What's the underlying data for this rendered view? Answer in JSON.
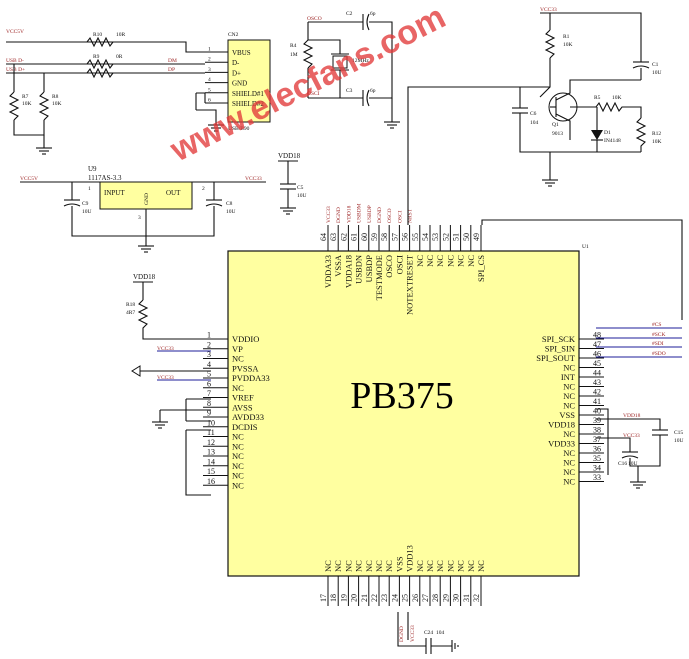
{
  "ic": {
    "name": "PB375",
    "ref": "U1",
    "left_pins": [
      {
        "n": "1",
        "name": "VDDIO"
      },
      {
        "n": "2",
        "name": "VP"
      },
      {
        "n": "3",
        "name": "NC"
      },
      {
        "n": "4",
        "name": "PVSSA"
      },
      {
        "n": "5",
        "name": "PVDDA33"
      },
      {
        "n": "6",
        "name": "NC"
      },
      {
        "n": "7",
        "name": "VREF"
      },
      {
        "n": "8",
        "name": "AVSS"
      },
      {
        "n": "9",
        "name": "AVDD33"
      },
      {
        "n": "10",
        "name": "DCDIS"
      },
      {
        "n": "11",
        "name": "NC"
      },
      {
        "n": "12",
        "name": "NC"
      },
      {
        "n": "13",
        "name": "NC"
      },
      {
        "n": "14",
        "name": "NC"
      },
      {
        "n": "15",
        "name": "NC"
      },
      {
        "n": "16",
        "name": "NC"
      }
    ],
    "right_pins": [
      {
        "n": "48",
        "name": "SPI_SCK"
      },
      {
        "n": "47",
        "name": "SPI_SIN"
      },
      {
        "n": "46",
        "name": "SPI_SOUT"
      },
      {
        "n": "45",
        "name": "NC"
      },
      {
        "n": "44",
        "name": "INT"
      },
      {
        "n": "43",
        "name": "NC"
      },
      {
        "n": "42",
        "name": "NC"
      },
      {
        "n": "41",
        "name": "NC"
      },
      {
        "n": "40",
        "name": "VSS"
      },
      {
        "n": "39",
        "name": "VDD18"
      },
      {
        "n": "38",
        "name": "NC"
      },
      {
        "n": "37",
        "name": "VDD33"
      },
      {
        "n": "36",
        "name": "NC"
      },
      {
        "n": "35",
        "name": "NC"
      },
      {
        "n": "34",
        "name": "NC"
      },
      {
        "n": "33",
        "name": "NC"
      }
    ],
    "top_pins": [
      {
        "n": "64",
        "name": "VDDA33"
      },
      {
        "n": "63",
        "name": "VSSA"
      },
      {
        "n": "62",
        "name": "VDDA18"
      },
      {
        "n": "61",
        "name": "USBDN"
      },
      {
        "n": "60",
        "name": "USBDP"
      },
      {
        "n": "59",
        "name": "TESTMODE"
      },
      {
        "n": "58",
        "name": "OSCO"
      },
      {
        "n": "57",
        "name": "OSCI"
      },
      {
        "n": "56",
        "name": "NOTEXTRESET"
      },
      {
        "n": "55",
        "name": "NC"
      },
      {
        "n": "54",
        "name": "NC"
      },
      {
        "n": "53",
        "name": "NC"
      },
      {
        "n": "52",
        "name": "NC"
      },
      {
        "n": "51",
        "name": "NC"
      },
      {
        "n": "50",
        "name": "NC"
      },
      {
        "n": "49",
        "name": "SPI_CS"
      }
    ],
    "bottom_pins": [
      {
        "n": "17",
        "name": "NC"
      },
      {
        "n": "18",
        "name": "NC"
      },
      {
        "n": "19",
        "name": "NC"
      },
      {
        "n": "20",
        "name": "NC"
      },
      {
        "n": "21",
        "name": "NC"
      },
      {
        "n": "22",
        "name": "NC"
      },
      {
        "n": "23",
        "name": "NC"
      },
      {
        "n": "24",
        "name": "VSS"
      },
      {
        "n": "25",
        "name": "VDD13"
      },
      {
        "n": "26",
        "name": "NC"
      },
      {
        "n": "27",
        "name": "NC"
      },
      {
        "n": "28",
        "name": "NC"
      },
      {
        "n": "29",
        "name": "NC"
      },
      {
        "n": "30",
        "name": "NC"
      },
      {
        "n": "31",
        "name": "NC"
      },
      {
        "n": "32",
        "name": "NC"
      }
    ]
  },
  "usb_connector": {
    "ref": "CN2",
    "pins": [
      {
        "n": "1",
        "name": "VBUS"
      },
      {
        "n": "2",
        "name": "D-"
      },
      {
        "n": "3",
        "name": "D+"
      },
      {
        "n": "4",
        "name": "GND"
      },
      {
        "n": "5",
        "name": "SHIELD#1"
      },
      {
        "n": "6",
        "name": "SHIELD#2"
      }
    ],
    "part": "USB/B90"
  },
  "regulator": {
    "ref": "U9",
    "part": "1117AS-3.3",
    "input_label": "INPUT",
    "gnd_label": "GND",
    "out_label": "OUT",
    "pin_in": "1",
    "pin_gnd": "3",
    "pin_out": "2"
  },
  "net_labels": {
    "vcc5v_a": "VCC5V",
    "vcc5v_b": "VCC5V",
    "vcc33_a": "VCC33",
    "vcc33_b": "VCC33",
    "vdd18_a": "VDD18",
    "vdd18_b": "VDD18",
    "usb_dm": "USB D-",
    "usb_dp": "USB D+",
    "dm": "DM",
    "dp": "DP",
    "osco": "OSCO",
    "osci": "OSCI",
    "cs": "#CS",
    "sck": "#SCK",
    "sdi": "#SDI",
    "sdo": "#SDO",
    "vcc33_pin2": "VCC33",
    "vcc33_pin5": "VCC33",
    "vdd18_side": "VDD18",
    "vcc33_side": "VCC33",
    "dgnd": "DGND",
    "vcc33_bot": "VCC33"
  },
  "top_pin_nets": [
    "VCC33",
    "DGND",
    "VDD18",
    "USBDM",
    "USBDP",
    "DGND",
    "OSCO",
    "OSCI",
    "NRST"
  ],
  "components": {
    "r10": "R10",
    "r10_val": "10R",
    "r9": "R9",
    "r9_val": "0R",
    "r7": "R7",
    "r7_val": "10K",
    "r8": "R8",
    "r8_val": "10K",
    "r4": "R4",
    "r4_val": "1M",
    "c2": "C2",
    "c2_val": "6p",
    "c3": "C3",
    "c3_val": "6p",
    "xtal": "12MHz",
    "r1": "R1",
    "r1_val": "10K",
    "c1": "C1",
    "c1_val": "10U",
    "c6": "C6",
    "c6_val": "104",
    "q1": "Q1",
    "q1_val": "9013",
    "r5": "R5",
    "r5_val": "10K",
    "d1": "D1",
    "d1_val": "IN4148",
    "r12": "R12",
    "r12_val": "10K",
    "cs_cap": "C5",
    "cs_cap_val": "10U",
    "c6b": "C8",
    "c6b_val": "10U",
    "c9": "C9",
    "c9_val": "10U",
    "r18": "R18",
    "r18_val": "4R7",
    "c15": "C15",
    "c15_val": "10U",
    "c16": "C16",
    "c16_val": "10U",
    "c24": "C24",
    "c24_val": "104"
  },
  "watermark": "www.elecfans.com"
}
